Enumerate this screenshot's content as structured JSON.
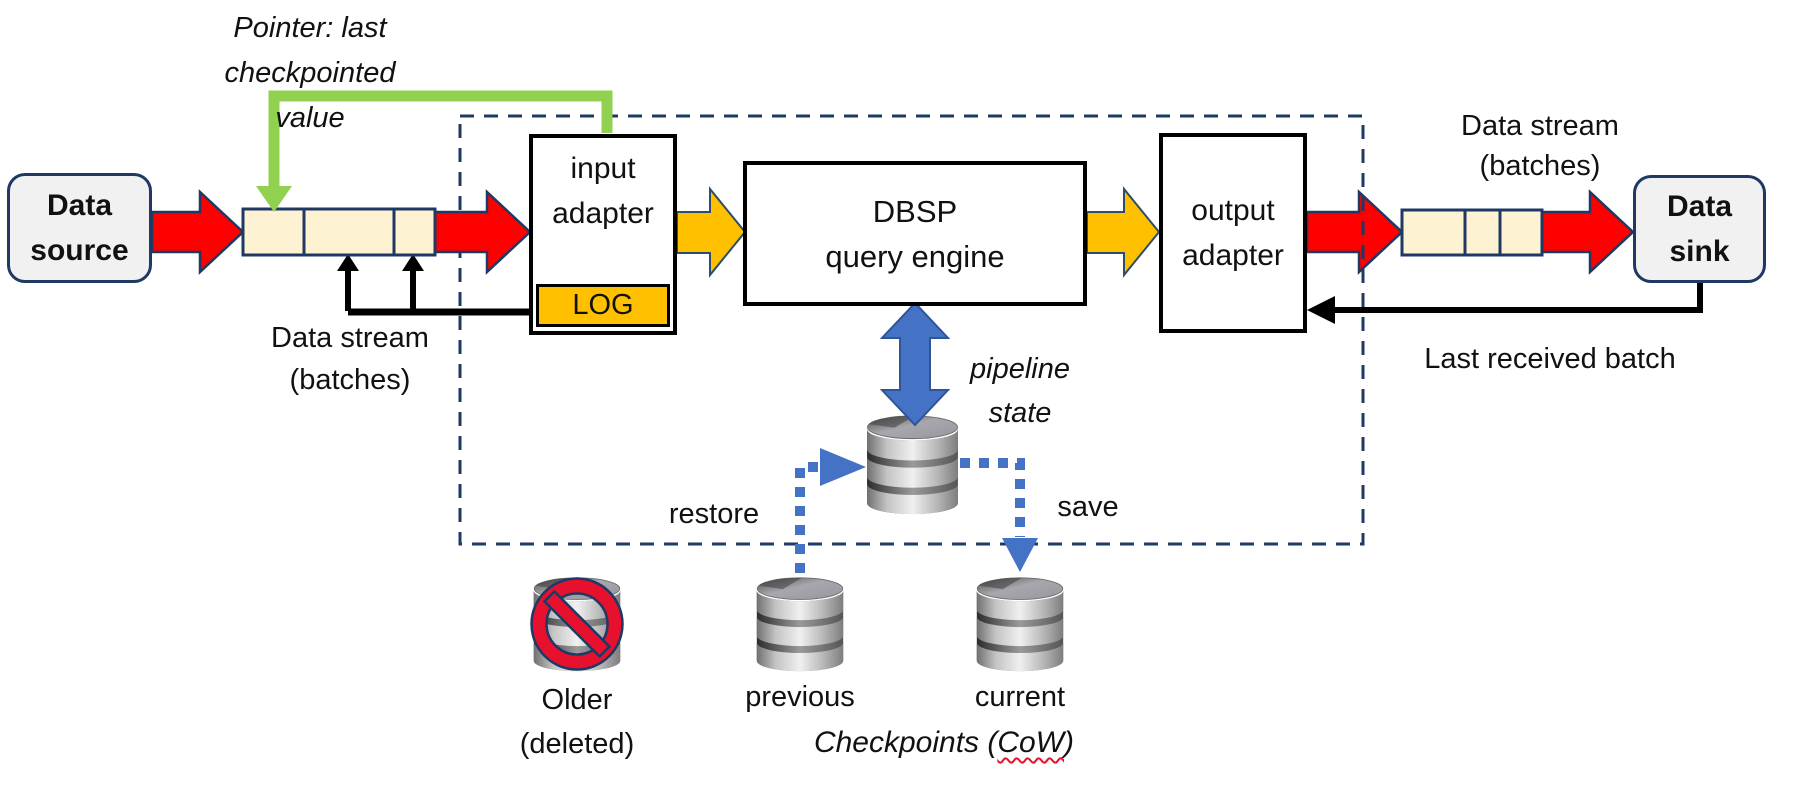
{
  "pointer": [
    "Pointer: last",
    "checkpointed",
    "value"
  ],
  "source": [
    "Data",
    "source"
  ],
  "sink": [
    "Data",
    "sink"
  ],
  "input_adapter": [
    "input",
    "adapter"
  ],
  "log": "LOG",
  "dbsp": [
    "DBSP",
    "query engine"
  ],
  "output_adapter": [
    "output",
    "adapter"
  ],
  "stream_left": [
    "Data stream",
    "(batches)"
  ],
  "stream_right": [
    "Data stream",
    "(batches)"
  ],
  "pipeline_state": [
    "pipeline",
    "state"
  ],
  "restore": "restore",
  "save": "save",
  "last_received_batch": "Last received batch",
  "older": [
    "Older",
    "(deleted)"
  ],
  "previous": "previous",
  "current": "current",
  "checkpoints_caption": {
    "prefix": "Checkpoints (",
    "underlined": "CoW",
    "suffix": ")"
  },
  "icons": {
    "database": "database-icon",
    "no_entry": "no-entry-icon",
    "arrows": [
      "red-block-arrow",
      "yellow-block-arrow",
      "blue-double-arrow",
      "green-pointer-arrow"
    ]
  },
  "colors": {
    "arrow_red": "#fe0000",
    "arrow_yellow": "#ffc000",
    "green": "#92d050",
    "blue": "#4472c4",
    "navy_border": "#1f3864",
    "buffer_beige": "#fdf3d2",
    "log_orange": "#ffc000",
    "box_gray": "#f1f1f1",
    "prohibited_red": "#e8112d"
  }
}
